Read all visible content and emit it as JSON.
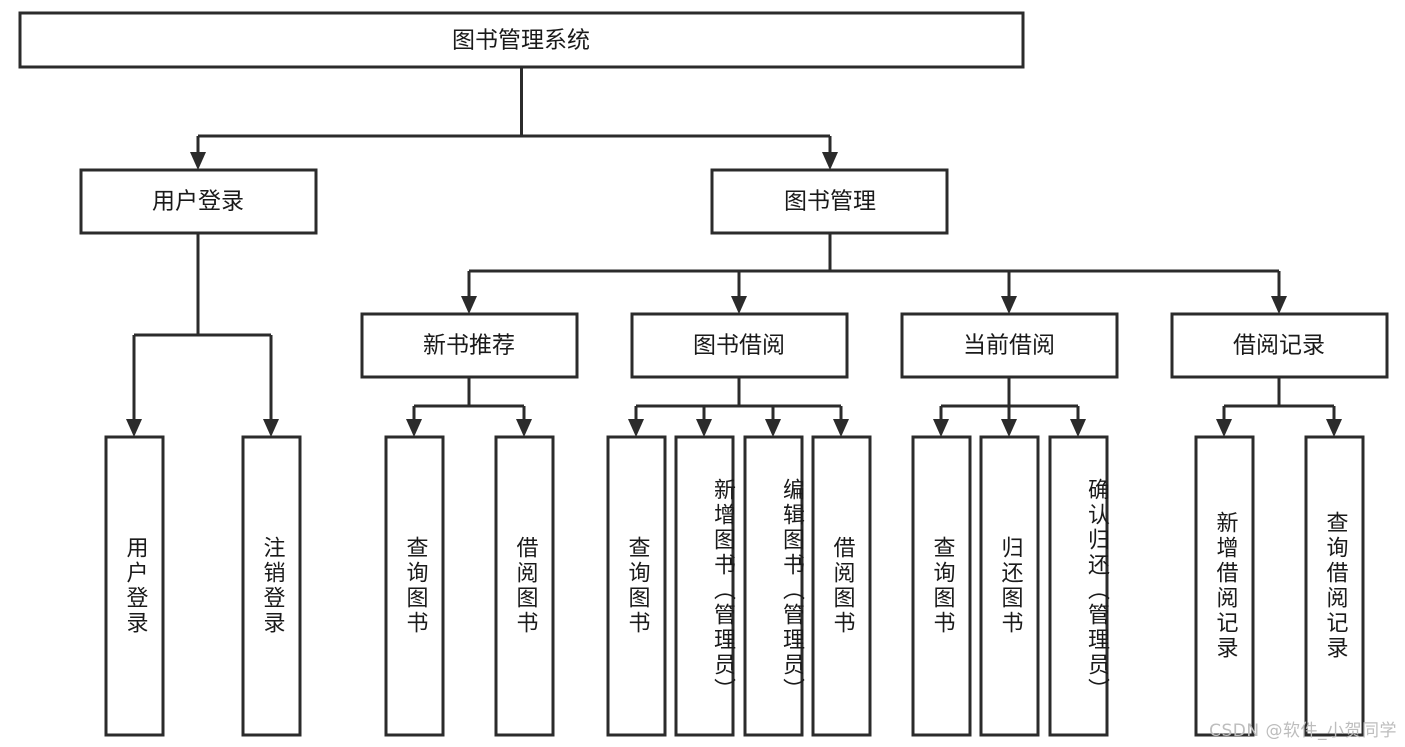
{
  "diagram": {
    "title": "图书管理系统",
    "type": "tree-hierarchy-diagram",
    "orientation": "top-down",
    "colors": {
      "box_stroke": "#2b2b2b",
      "box_fill": "#ffffff",
      "connector": "#2b2b2b",
      "label_text": "#1a1a1a",
      "background": "#ffffff",
      "watermark": "#bdbdbd"
    },
    "root": {
      "id": "root",
      "label": "图书管理系统",
      "text_orientation": "horizontal"
    },
    "level1": [
      {
        "id": "user-login",
        "label": "用户登录",
        "text_orientation": "horizontal"
      },
      {
        "id": "book-management",
        "label": "图书管理",
        "text_orientation": "horizontal"
      }
    ],
    "level2": [
      {
        "id": "new-book-recommend",
        "parent": "book-management",
        "label": "新书推荐",
        "text_orientation": "horizontal"
      },
      {
        "id": "book-borrow",
        "parent": "book-management",
        "label": "图书借阅",
        "text_orientation": "horizontal"
      },
      {
        "id": "current-borrow",
        "parent": "book-management",
        "label": "当前借阅",
        "text_orientation": "horizontal"
      },
      {
        "id": "borrow-record",
        "parent": "book-management",
        "label": "借阅记录",
        "text_orientation": "horizontal"
      }
    ],
    "leaves": [
      {
        "id": "leaf-user-login",
        "parent": "user-login",
        "label": "用户登录",
        "text_orientation": "vertical"
      },
      {
        "id": "leaf-logout-login",
        "parent": "user-login",
        "label": "注销登录",
        "text_orientation": "vertical"
      },
      {
        "id": "leaf-query-book-1",
        "parent": "new-book-recommend",
        "label": "查询图书",
        "text_orientation": "vertical"
      },
      {
        "id": "leaf-borrow-book-1",
        "parent": "new-book-recommend",
        "label": "借阅图书",
        "text_orientation": "vertical"
      },
      {
        "id": "leaf-query-book-2",
        "parent": "book-borrow",
        "label": "查询图书",
        "text_orientation": "vertical"
      },
      {
        "id": "leaf-add-book",
        "parent": "book-borrow",
        "label": "新增图书（管理员）",
        "text_orientation": "vertical"
      },
      {
        "id": "leaf-edit-book",
        "parent": "book-borrow",
        "label": "编辑图书（管理员）",
        "text_orientation": "vertical"
      },
      {
        "id": "leaf-borrow-book-2",
        "parent": "book-borrow",
        "label": "借阅图书",
        "text_orientation": "vertical"
      },
      {
        "id": "leaf-query-book-3",
        "parent": "current-borrow",
        "label": "查询图书",
        "text_orientation": "vertical"
      },
      {
        "id": "leaf-return-book",
        "parent": "current-borrow",
        "label": "归还图书",
        "text_orientation": "vertical"
      },
      {
        "id": "leaf-confirm-return",
        "parent": "current-borrow",
        "label": "确认归还（管理员）",
        "text_orientation": "vertical"
      },
      {
        "id": "leaf-add-record",
        "parent": "borrow-record",
        "label": "新增借阅记录",
        "text_orientation": "vertical"
      },
      {
        "id": "leaf-query-record",
        "parent": "borrow-record",
        "label": "查询借阅记录",
        "text_orientation": "vertical"
      }
    ]
  },
  "watermark": {
    "text": "CSDN @软件_小贺同学"
  }
}
